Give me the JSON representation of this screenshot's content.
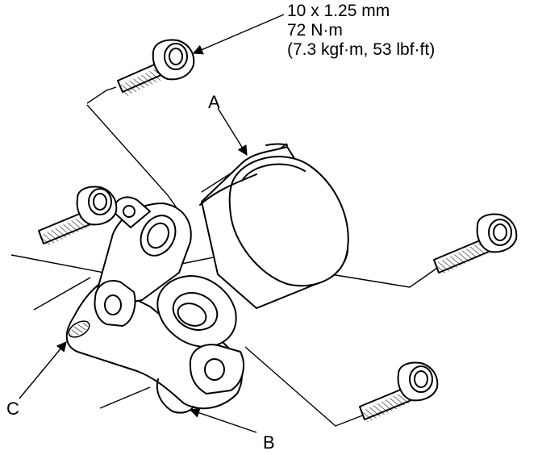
{
  "spec": {
    "line1": "10 x 1.25 mm",
    "line2": "72 N·m",
    "line3": "(7.3 kgf·m, 53 lbf·ft)"
  },
  "callouts": {
    "a": "A",
    "b": "B",
    "c": "C"
  }
}
